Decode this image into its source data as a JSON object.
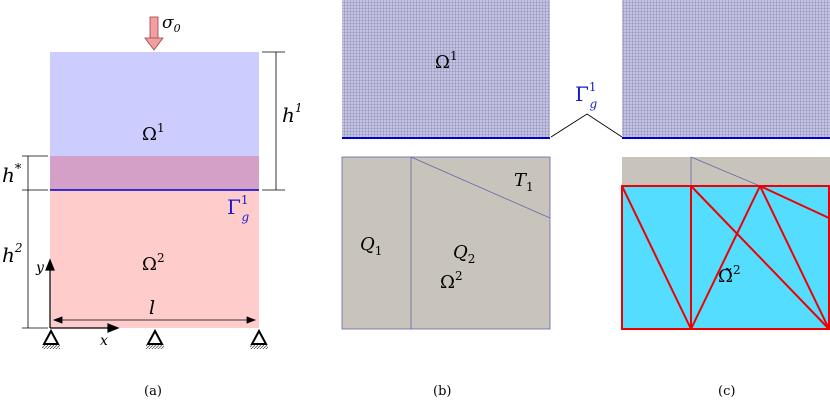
{
  "panel_a": {
    "load": "σ",
    "load_sub": "0",
    "omega": "Ω",
    "sup1": "1",
    "sup2": "2",
    "h_sym": "h",
    "h_star_sup": "*",
    "gamma": "Γ",
    "gamma_sub": "g",
    "length": "l",
    "axis_x": "x",
    "axis_y": "y",
    "caption": "(a)",
    "colors": {
      "top": "#ccccff",
      "overlap": "#d4a0c8",
      "bottom": "#ffcccc",
      "interface": "#0000cc",
      "arrow": "#f0a0a0"
    }
  },
  "panel_b": {
    "omega": "Ω",
    "sup1": "1",
    "sup2": "2",
    "q": "Q",
    "q1_sub": "1",
    "q2_sub": "2",
    "t": "T",
    "t1_sub": "1",
    "gamma": "Γ",
    "gamma_sup": "1",
    "gamma_sub": "g",
    "caption": "(b)",
    "colors": {
      "mesh_bg": "#c4c4e0",
      "mesh_line": "#6a6aa8",
      "region": "#c8c4bc",
      "edge": "#6666aa"
    }
  },
  "panel_c": {
    "omega": "Ω̃",
    "sup2": "2",
    "caption": "(c)",
    "colors": {
      "fill": "#55ddff",
      "edge": "#ee0000",
      "region": "#c8c4bc"
    }
  }
}
